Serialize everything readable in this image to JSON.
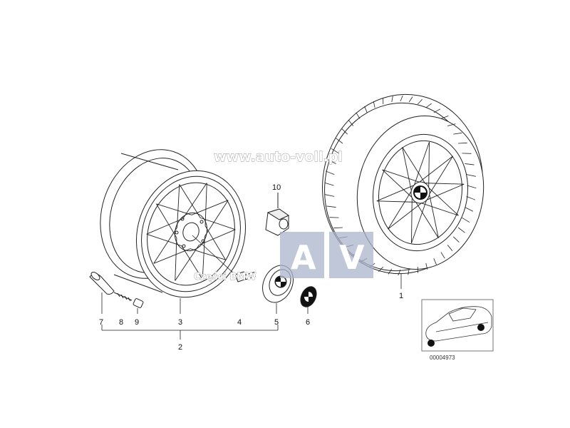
{
  "watermark": {
    "url_text": "www.auto-voll.pl",
    "logo_letters": [
      "A",
      "V"
    ],
    "subtitle": "Części BMW",
    "logo_color": "#aab4cc"
  },
  "callouts": {
    "tire_wheel": "1",
    "set": "2",
    "rim": "3",
    "wheel_bolt": "4",
    "hub_cap": "5",
    "emblem": "6",
    "valve": "7",
    "valve_insert": "8",
    "valve_cap": "9",
    "lock_nut": "10"
  },
  "thumbnail": {
    "code": "00004973"
  }
}
